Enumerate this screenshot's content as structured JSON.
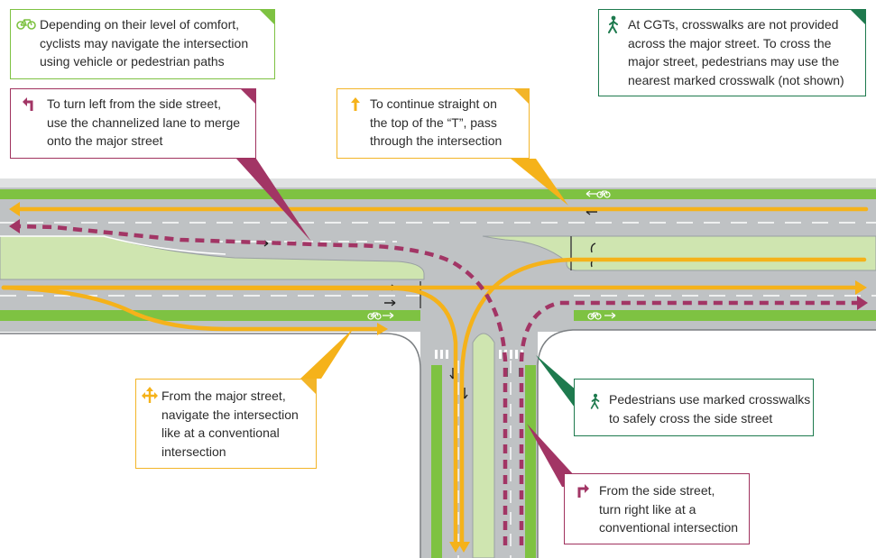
{
  "colors": {
    "orange": "#f5b21a",
    "maroon": "#a23565",
    "bike_green": "#7ec242",
    "ped_green": "#1e7a4e",
    "road_gray": "#b9bcbe",
    "median_green": "#cfe5b0"
  },
  "icons": {
    "bike": "bicycle-icon",
    "pedestrian": "pedestrian-icon",
    "left_turn": "left-turn-arrow-icon",
    "straight": "straight-arrow-icon",
    "all_directions": "four-way-arrow-icon",
    "right_turn": "right-turn-arrow-icon"
  },
  "callouts": {
    "bike": {
      "lines": [
        "Depending on their level of comfort,",
        "cyclists may navigate the intersection",
        "using vehicle or pedestrian paths"
      ]
    },
    "cgt": {
      "lines": [
        "At CGTs, crosswalks are not provided",
        "across the major street. To cross the",
        "major street, pedestrians may use the",
        "nearest marked crosswalk (not shown)"
      ]
    },
    "left_turn": {
      "lines": [
        "To turn left from the side street,",
        "use the channelized lane to merge",
        "onto the major street"
      ]
    },
    "straight": {
      "lines": [
        "To continue straight on",
        "the top of the “T”, pass",
        "through the intersection"
      ]
    },
    "major_street": {
      "lines": [
        "From the major street,",
        "navigate the intersection",
        "like at a conventional",
        "intersection"
      ]
    },
    "pedestrians": {
      "lines": [
        "Pedestrians use marked crosswalks",
        "to safely cross the side street"
      ]
    },
    "right_turn": {
      "lines": [
        "From the side street,",
        "turn right like at a",
        "conventional intersection"
      ]
    }
  }
}
